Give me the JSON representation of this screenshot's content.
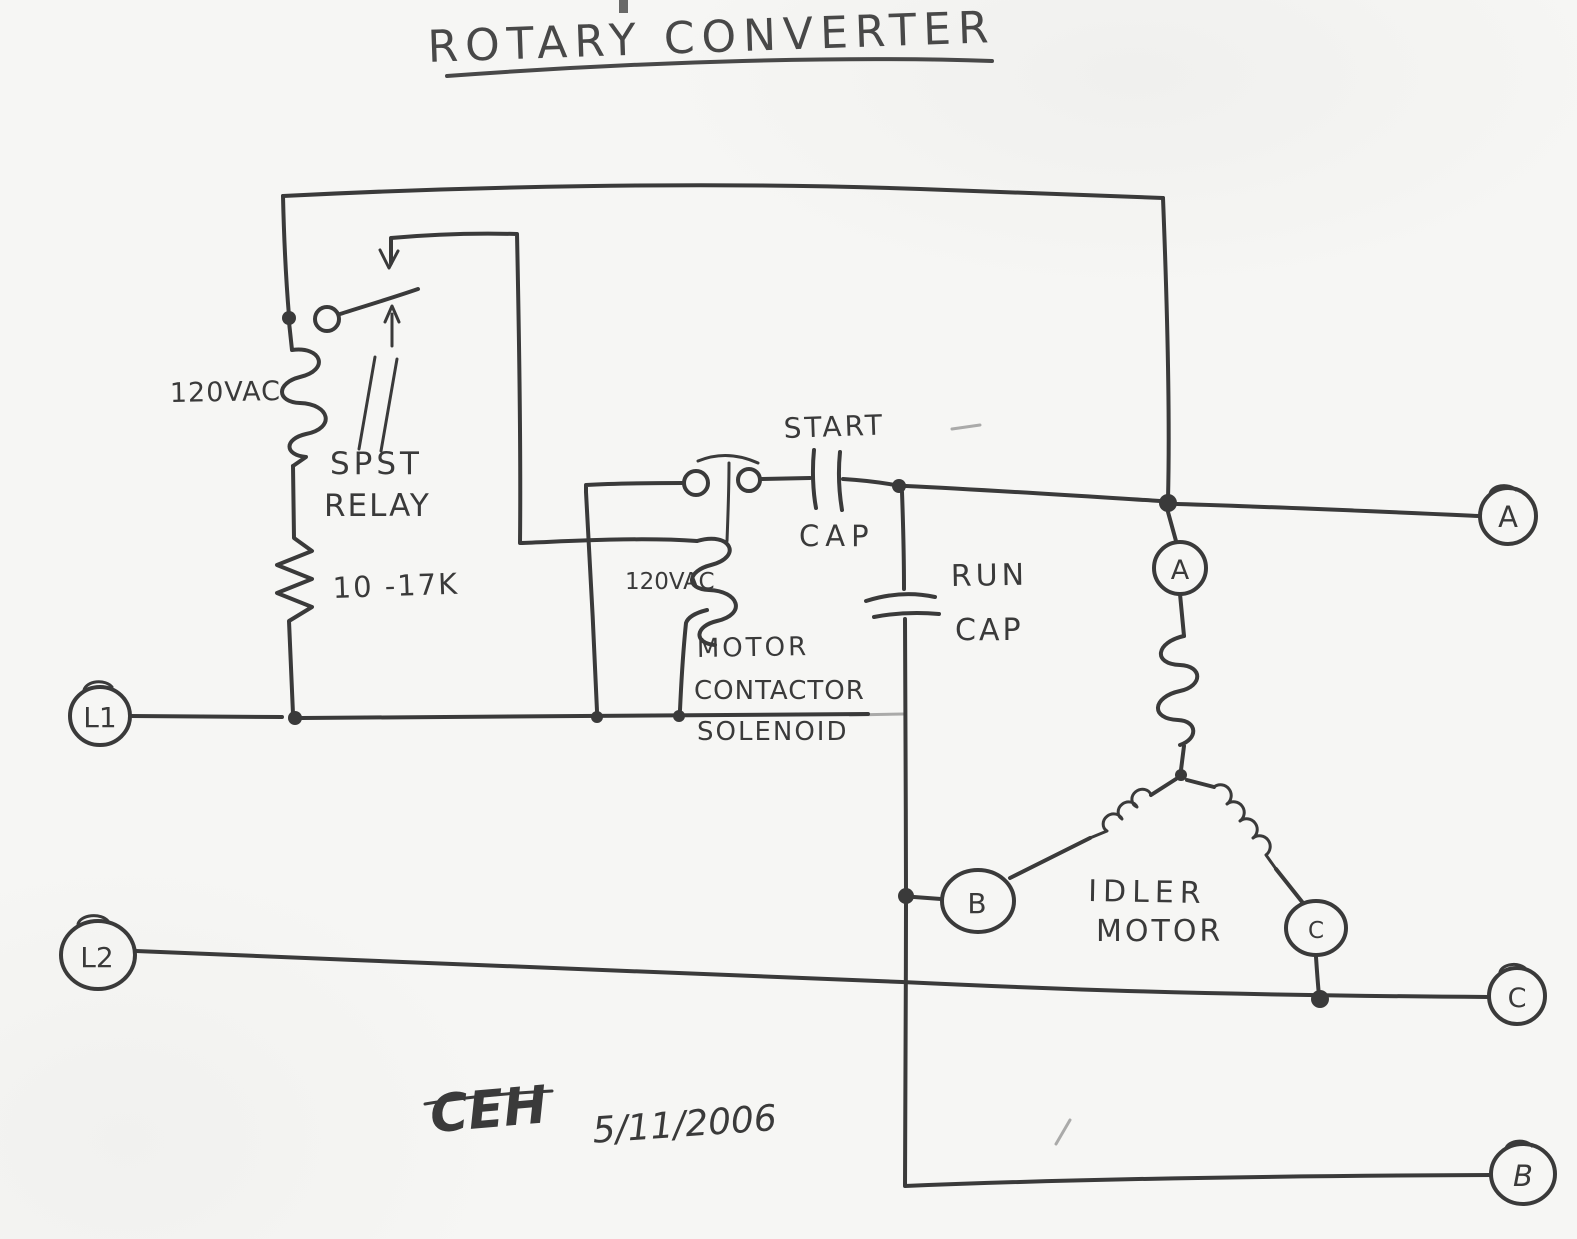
{
  "title": "ROTARY CONVERTER",
  "colors": {
    "ink": "#3a3a3a",
    "paper": "#f6f6f4"
  },
  "relay": {
    "voltage": "120VAC",
    "type_line1": "SPST",
    "type_line2": "RELAY",
    "resistor_value": "10 -17K"
  },
  "start_capacitor": {
    "label": "START",
    "sublabel": "CAP"
  },
  "contactor": {
    "voltage": "120VAC",
    "label_line1": "MOTOR",
    "label_line2": "CONTACTOR",
    "label_line3": "SOLENOID"
  },
  "run_capacitor": {
    "label_line1": "RUN",
    "label_line2": "CAP"
  },
  "idler_motor": {
    "label_line1": "IDLER",
    "label_line2": "MOTOR",
    "terminal_a": "A",
    "terminal_b": "B",
    "terminal_c": "C"
  },
  "input_terminals": {
    "l1": "L1",
    "l2": "L2"
  },
  "output_terminals": {
    "a": "A",
    "b": "B",
    "c": "C"
  },
  "signature": {
    "initials": "CEH",
    "date": "5/11/2006"
  }
}
